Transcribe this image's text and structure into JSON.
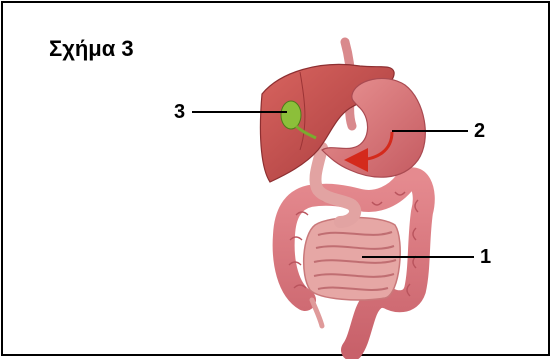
{
  "figure": {
    "title": "Σχήμα 3",
    "labels": [
      {
        "id": "label-1",
        "text": "1",
        "organ": "small-intestine"
      },
      {
        "id": "label-2",
        "text": "2",
        "organ": "stomach"
      },
      {
        "id": "label-3",
        "text": "3",
        "organ": "gallbladder"
      }
    ]
  },
  "colors": {
    "liver": "#c9514f",
    "stomach": "#dd7a7b",
    "intestine": "#d9787e",
    "small_intestine": "#e2a0a0",
    "gallbladder": "#8cbf3a",
    "arrow": "#d42a1c",
    "leader": "#000000"
  }
}
